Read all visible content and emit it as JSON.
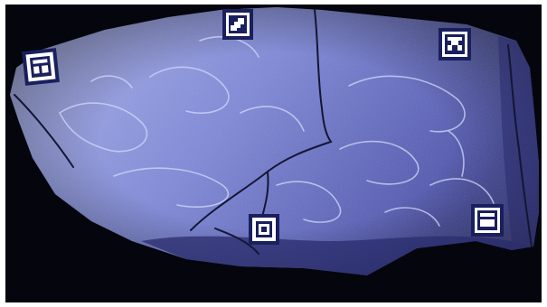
{
  "photo": {
    "background_color": "#05060d",
    "stone_light_color": "#aeb6ee",
    "stone_mid_color": "#7e88d8",
    "stone_dark_color": "#4a4fa8",
    "shadow_color": "#2a2c6e",
    "crack_color": "#141633",
    "carving_color": "#d3d8fb"
  },
  "markers": [
    {
      "id": "top-stairs",
      "icon": "stair-step-marker-icon"
    },
    {
      "id": "top-left",
      "icon": "window-frame-marker-icon"
    },
    {
      "id": "top-right",
      "icon": "cross-pattern-marker-icon"
    },
    {
      "id": "bottom-center",
      "icon": "nested-square-marker-icon"
    },
    {
      "id": "bottom-right",
      "icon": "bar-panel-marker-icon"
    }
  ]
}
